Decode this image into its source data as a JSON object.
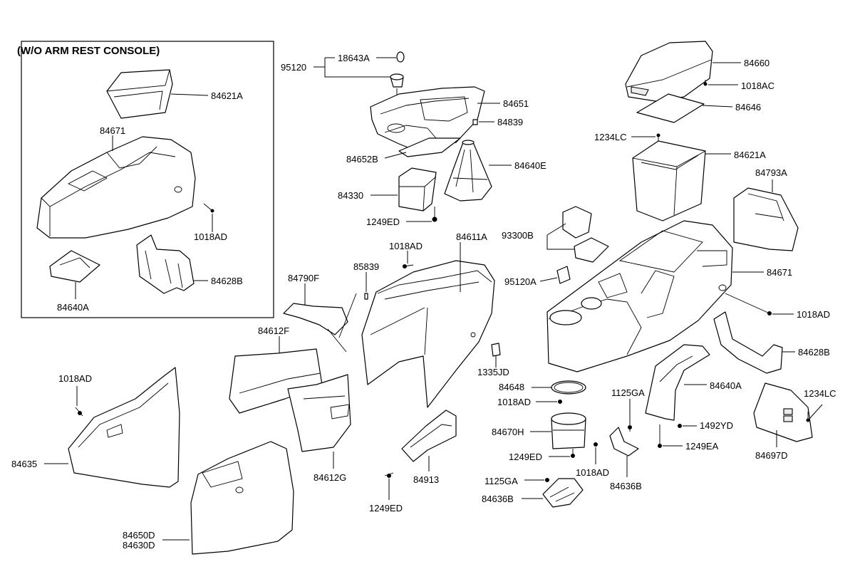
{
  "inset": {
    "title": "(W/O ARM REST CONSOLE)"
  },
  "labels": {
    "p84621A_inset": "84621A",
    "p84671_inset": "84671",
    "p1018AD_inset": "1018AD",
    "p84640A_inset": "84640A",
    "p84628B_inset": "84628B",
    "p95120": "95120",
    "p18643A": "18643A",
    "p84651": "84651",
    "p84839": "84839",
    "p84652B": "84652B",
    "p84640E": "84640E",
    "p84330": "84330",
    "p1249ED_top": "1249ED",
    "p84660": "84660",
    "p1018AC": "1018AC",
    "p84646": "84646",
    "p1234LC_top": "1234LC",
    "p84621A": "84621A",
    "p84793A": "84793A",
    "p93300B": "93300B",
    "p84671": "84671",
    "p95120A": "95120A",
    "p1018AD_right": "1018AD",
    "p84628B": "84628B",
    "p84640A": "84640A",
    "p1234LC_right": "1234LC",
    "p1492YD": "1492YD",
    "p1249EA": "1249EA",
    "p84697D": "84697D",
    "p1018AD_mid": "1018AD",
    "p84611A": "84611A",
    "p85839": "85839",
    "p84790F": "84790F",
    "p84612F": "84612F",
    "p1335JD": "1335JD",
    "p84648": "84648",
    "p1018AD_cup": "1018AD",
    "p84670H": "84670H",
    "p1249ED_cup": "1249ED",
    "p1125GA_top": "1125GA",
    "p1018AD_bracket": "1018AD",
    "p84636B_right": "84636B",
    "p1125GA_bottom": "1125GA",
    "p84636B_bottom": "84636B",
    "p1018AD_left": "1018AD",
    "p84635": "84635",
    "p84612G": "84612G",
    "p84913": "84913",
    "p1249ED_bottom": "1249ED",
    "p84650D": "84650D",
    "p84630D": "84630D"
  }
}
